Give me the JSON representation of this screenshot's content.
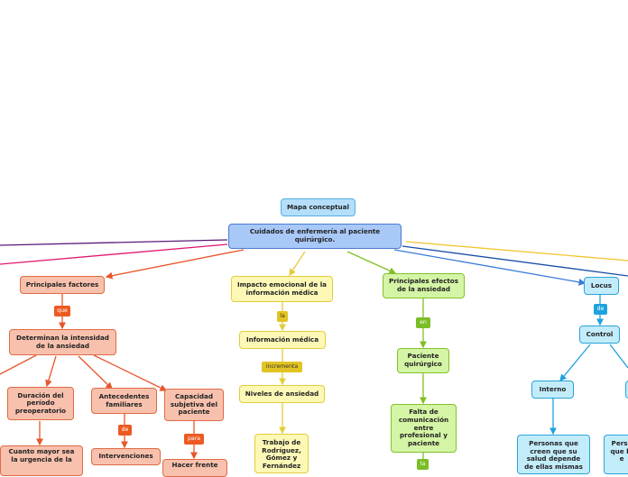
{
  "nodes": {
    "mapa": "Mapa conceptual",
    "root": "Cuidados de enfermería al paciente quirúrgico.",
    "principales_factores": "Principales factores",
    "determinan": "Determinan la intensidad de la ansiedad",
    "duracion": "Duración del período preoperatorio",
    "antecedentes": "Antecedentes familiares",
    "capacidad": "Capacidad subjetiva del paciente",
    "cuanto": "Cuanto mayor sea la urgencia de la",
    "intervenciones": "Intervenciones",
    "hacer": "Hacer frente",
    "impacto": "Impacto emocional de la información médica",
    "informacion": "Información médica",
    "niveles": "Niveles de ansiedad",
    "trabajo": "Trabajo de Rodríguez, Gómez y Fernández",
    "efectos": "Principales efectos de la ansiedad",
    "paciente_q": "Paciente quirúrgico",
    "falta": "Falta de comunicación entre profesional y paciente",
    "locus": "Locus",
    "control": "Control",
    "interno": "Interno",
    "personas": "Personas que creen que su salud depende de ellas mismas",
    "perso_partial": "Perso que la e"
  },
  "links": {
    "que": "que",
    "de1": "de",
    "para": "para",
    "la1": "la",
    "incrementa": "incrementa",
    "en": "en",
    "la2": "la",
    "de2": "de"
  },
  "colors": {
    "purple_line": "#5a1a7a",
    "magenta_line": "#e0186f",
    "salmon_line": "#e8562a",
    "yellow_line": "#e3cd3b",
    "green_line": "#7fbf22",
    "blue_line": "#3a7bd8",
    "navy_line": "#1a4fa8",
    "gold_line": "#f2c531",
    "cyan_line": "#1ea2de"
  }
}
